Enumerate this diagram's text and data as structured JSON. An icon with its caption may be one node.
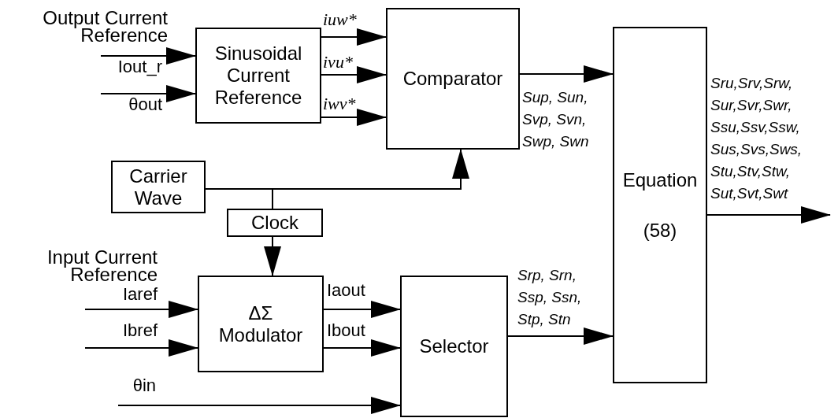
{
  "diagram": {
    "nodes": [
      {
        "text": [
          "Sinusoidal Current Reference"
        ]
      },
      {
        "text": [
          "Comparator"
        ]
      },
      {
        "text": [
          "Carrier Wave"
        ]
      },
      {
        "text": [
          "Clock"
        ]
      },
      {
        "text": [
          "ΔΣ Modulator"
        ]
      },
      {
        "text": [
          "Selector"
        ]
      },
      {
        "text": [
          "Equation",
          "(58)"
        ]
      }
    ],
    "edges": [
      {
        "from": null,
        "to": 0,
        "arrow": "to",
        "label": "Iout_r"
      },
      {
        "from": null,
        "to": 0,
        "arrow": "to",
        "label": "θout"
      },
      {
        "from": 0,
        "to": 1,
        "arrow": "to",
        "label": "iuw*"
      },
      {
        "from": 0,
        "to": 1,
        "arrow": "to",
        "label": "ivu*"
      },
      {
        "from": 0,
        "to": 1,
        "arrow": "to",
        "label": "iwv*"
      },
      {
        "from": 1,
        "to": 6,
        "arrow": "to",
        "label": "Sup, Sun, Svp, Svn, Swp, Swn"
      },
      {
        "from": 2,
        "to": 1,
        "arrow": "to"
      },
      {
        "from": 2,
        "to": 3,
        "arrow": "none"
      },
      {
        "from": 3,
        "to": 4,
        "arrow": "to"
      },
      {
        "from": null,
        "to": 4,
        "arrow": "to",
        "label": "Iaref"
      },
      {
        "from": null,
        "to": 4,
        "arrow": "to",
        "label": "Ibref"
      },
      {
        "from": 4,
        "to": 5,
        "arrow": "to",
        "label": "Iaout"
      },
      {
        "from": 4,
        "to": 5,
        "arrow": "to",
        "label": "Ibout"
      },
      {
        "from": null,
        "to": 5,
        "arrow": "to",
        "label": "θin"
      },
      {
        "from": 5,
        "to": 6,
        "arrow": "to",
        "label": "Srp, Srn, Ssp, Ssn, Stp, Stn"
      },
      {
        "from": 6,
        "to": null,
        "arrow": "to",
        "label": "Sru,Srv,Srw, Sur,Svr,Swr, Ssu,Ssv,Ssw, Sus,Svs,Sws, Stu,Stv,Stw, Sut,Svt,Swt"
      }
    ],
    "labels": [
      "Output Current Reference",
      "Input Current Reference"
    ]
  }
}
